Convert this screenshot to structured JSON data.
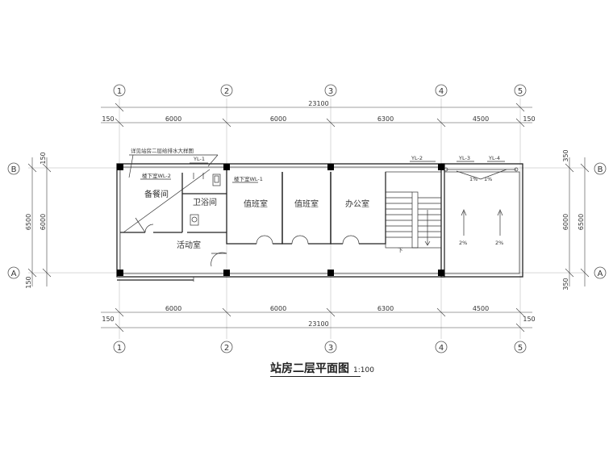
{
  "drawing": {
    "title": "站房二层平面图",
    "scale": "1:100",
    "axes_vertical": [
      "1",
      "2",
      "3",
      "4",
      "5"
    ],
    "axes_horizontal": [
      "B",
      "A"
    ],
    "dims_top": {
      "total": "23100",
      "segments": [
        "6000",
        "6000",
        "6300",
        "4500"
      ],
      "edge_left": "150",
      "edge_right": "150"
    },
    "dims_bottom": {
      "total": "23100",
      "segments": [
        "6000",
        "6000",
        "6300",
        "4500"
      ],
      "edge_left": "150",
      "edge_right": "150"
    },
    "dims_left": {
      "total": "6500",
      "inner": "6000",
      "top": "150",
      "bottom": "150"
    },
    "dims_right": {
      "total": "6500",
      "inner": "6000",
      "top": "350",
      "bottom": "350"
    },
    "rooms": [
      "备餐间",
      "卫浴间",
      "值班室",
      "值班室",
      "办公室",
      "活动室"
    ],
    "notes": {
      "detail_ref": "详见站房二层给排水大样图",
      "wl2": "楼下室WL-2",
      "wl1": "楼下室WL-1",
      "yl1": "YL-1",
      "yl2": "YL-2",
      "yl3": "YL-3",
      "yl4": "YL-4",
      "slope_1": "1%",
      "slope_2": "1%",
      "slope_3": "2%",
      "slope_4": "2%",
      "stair_down": "下"
    }
  }
}
